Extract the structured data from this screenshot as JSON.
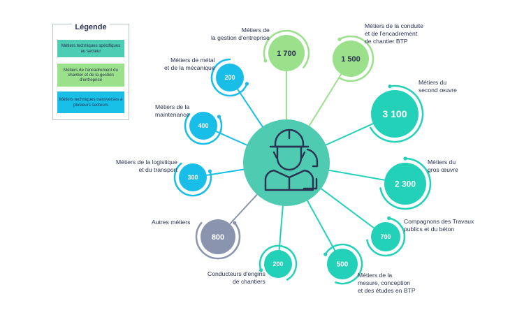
{
  "legend": {
    "title": "Légende",
    "items": [
      {
        "label": "Métiers techniques spécifiques au secteur",
        "color": "#4ecdb5"
      },
      {
        "label": "Métiers de l'encadrement du chantier et de la gestion d'entreprise",
        "color": "#9be08a"
      },
      {
        "label": "Métiers techniques transverses à plusieurs secteurs",
        "color": "#18c0e8"
      }
    ]
  },
  "center": {
    "icon": "construction-workers-icon",
    "color": "#4ecbb0"
  },
  "nodes": [
    {
      "id": "gestion",
      "label": [
        "Métiers de",
        "la gestion d'entreprise"
      ],
      "value": "1 700",
      "color": "#9be08a"
    },
    {
      "id": "conduite",
      "label": [
        "Métiers de la conduite",
        "et de l'encadrement",
        "de chantier BTP"
      ],
      "value": "1 500",
      "color": "#9be08a"
    },
    {
      "id": "second-oeuvre",
      "label": [
        "Métiers du",
        "second œuvre"
      ],
      "value": "3 100",
      "color": "#22d1b8"
    },
    {
      "id": "gros-oeuvre",
      "label": [
        "Métiers du",
        "gros œuvre"
      ],
      "value": "2 300",
      "color": "#22d1b8"
    },
    {
      "id": "compagnons",
      "label": [
        "Compagnons des Travaux",
        "publics et du béton"
      ],
      "value": "700",
      "color": "#22d1b8"
    },
    {
      "id": "mesure",
      "label": [
        "Métiers de la",
        "mesure, conception",
        "et des études en BTP"
      ],
      "value": "500",
      "color": "#22d1b8"
    },
    {
      "id": "engins",
      "label": [
        "Conducteurs d'engins",
        "de chantiers"
      ],
      "value": "200",
      "color": "#22d1b8"
    },
    {
      "id": "autres",
      "label": [
        "Autres métiers"
      ],
      "value": "800",
      "color": "#8a94ae"
    },
    {
      "id": "logistique",
      "label": [
        "Métiers de la logistique",
        "et du transport"
      ],
      "value": "300",
      "color": "#18bde8"
    },
    {
      "id": "maintenance",
      "label": [
        "Métiers de la",
        "maintenance"
      ],
      "value": "400",
      "color": "#18bde8"
    },
    {
      "id": "metal",
      "label": [
        "Métiers de métal",
        "et de la mécanique"
      ],
      "value": "200",
      "color": "#18bde8"
    }
  ]
}
